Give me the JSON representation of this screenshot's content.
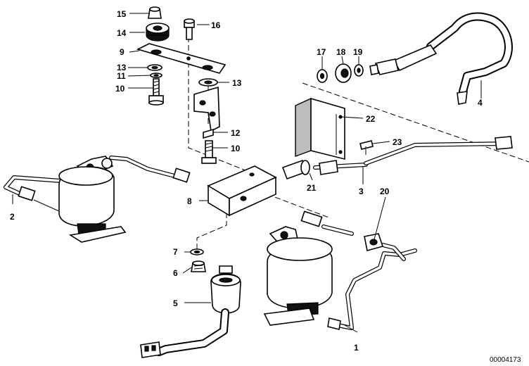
{
  "callouts": [
    "1",
    "2",
    "3",
    "4",
    "5",
    "6",
    "7",
    "8",
    "9",
    "10",
    "10",
    "11",
    "12",
    "13",
    "13",
    "14",
    "15",
    "16",
    "17",
    "18",
    "19",
    "20",
    "21",
    "22",
    "23"
  ],
  "image_code": "00004173"
}
